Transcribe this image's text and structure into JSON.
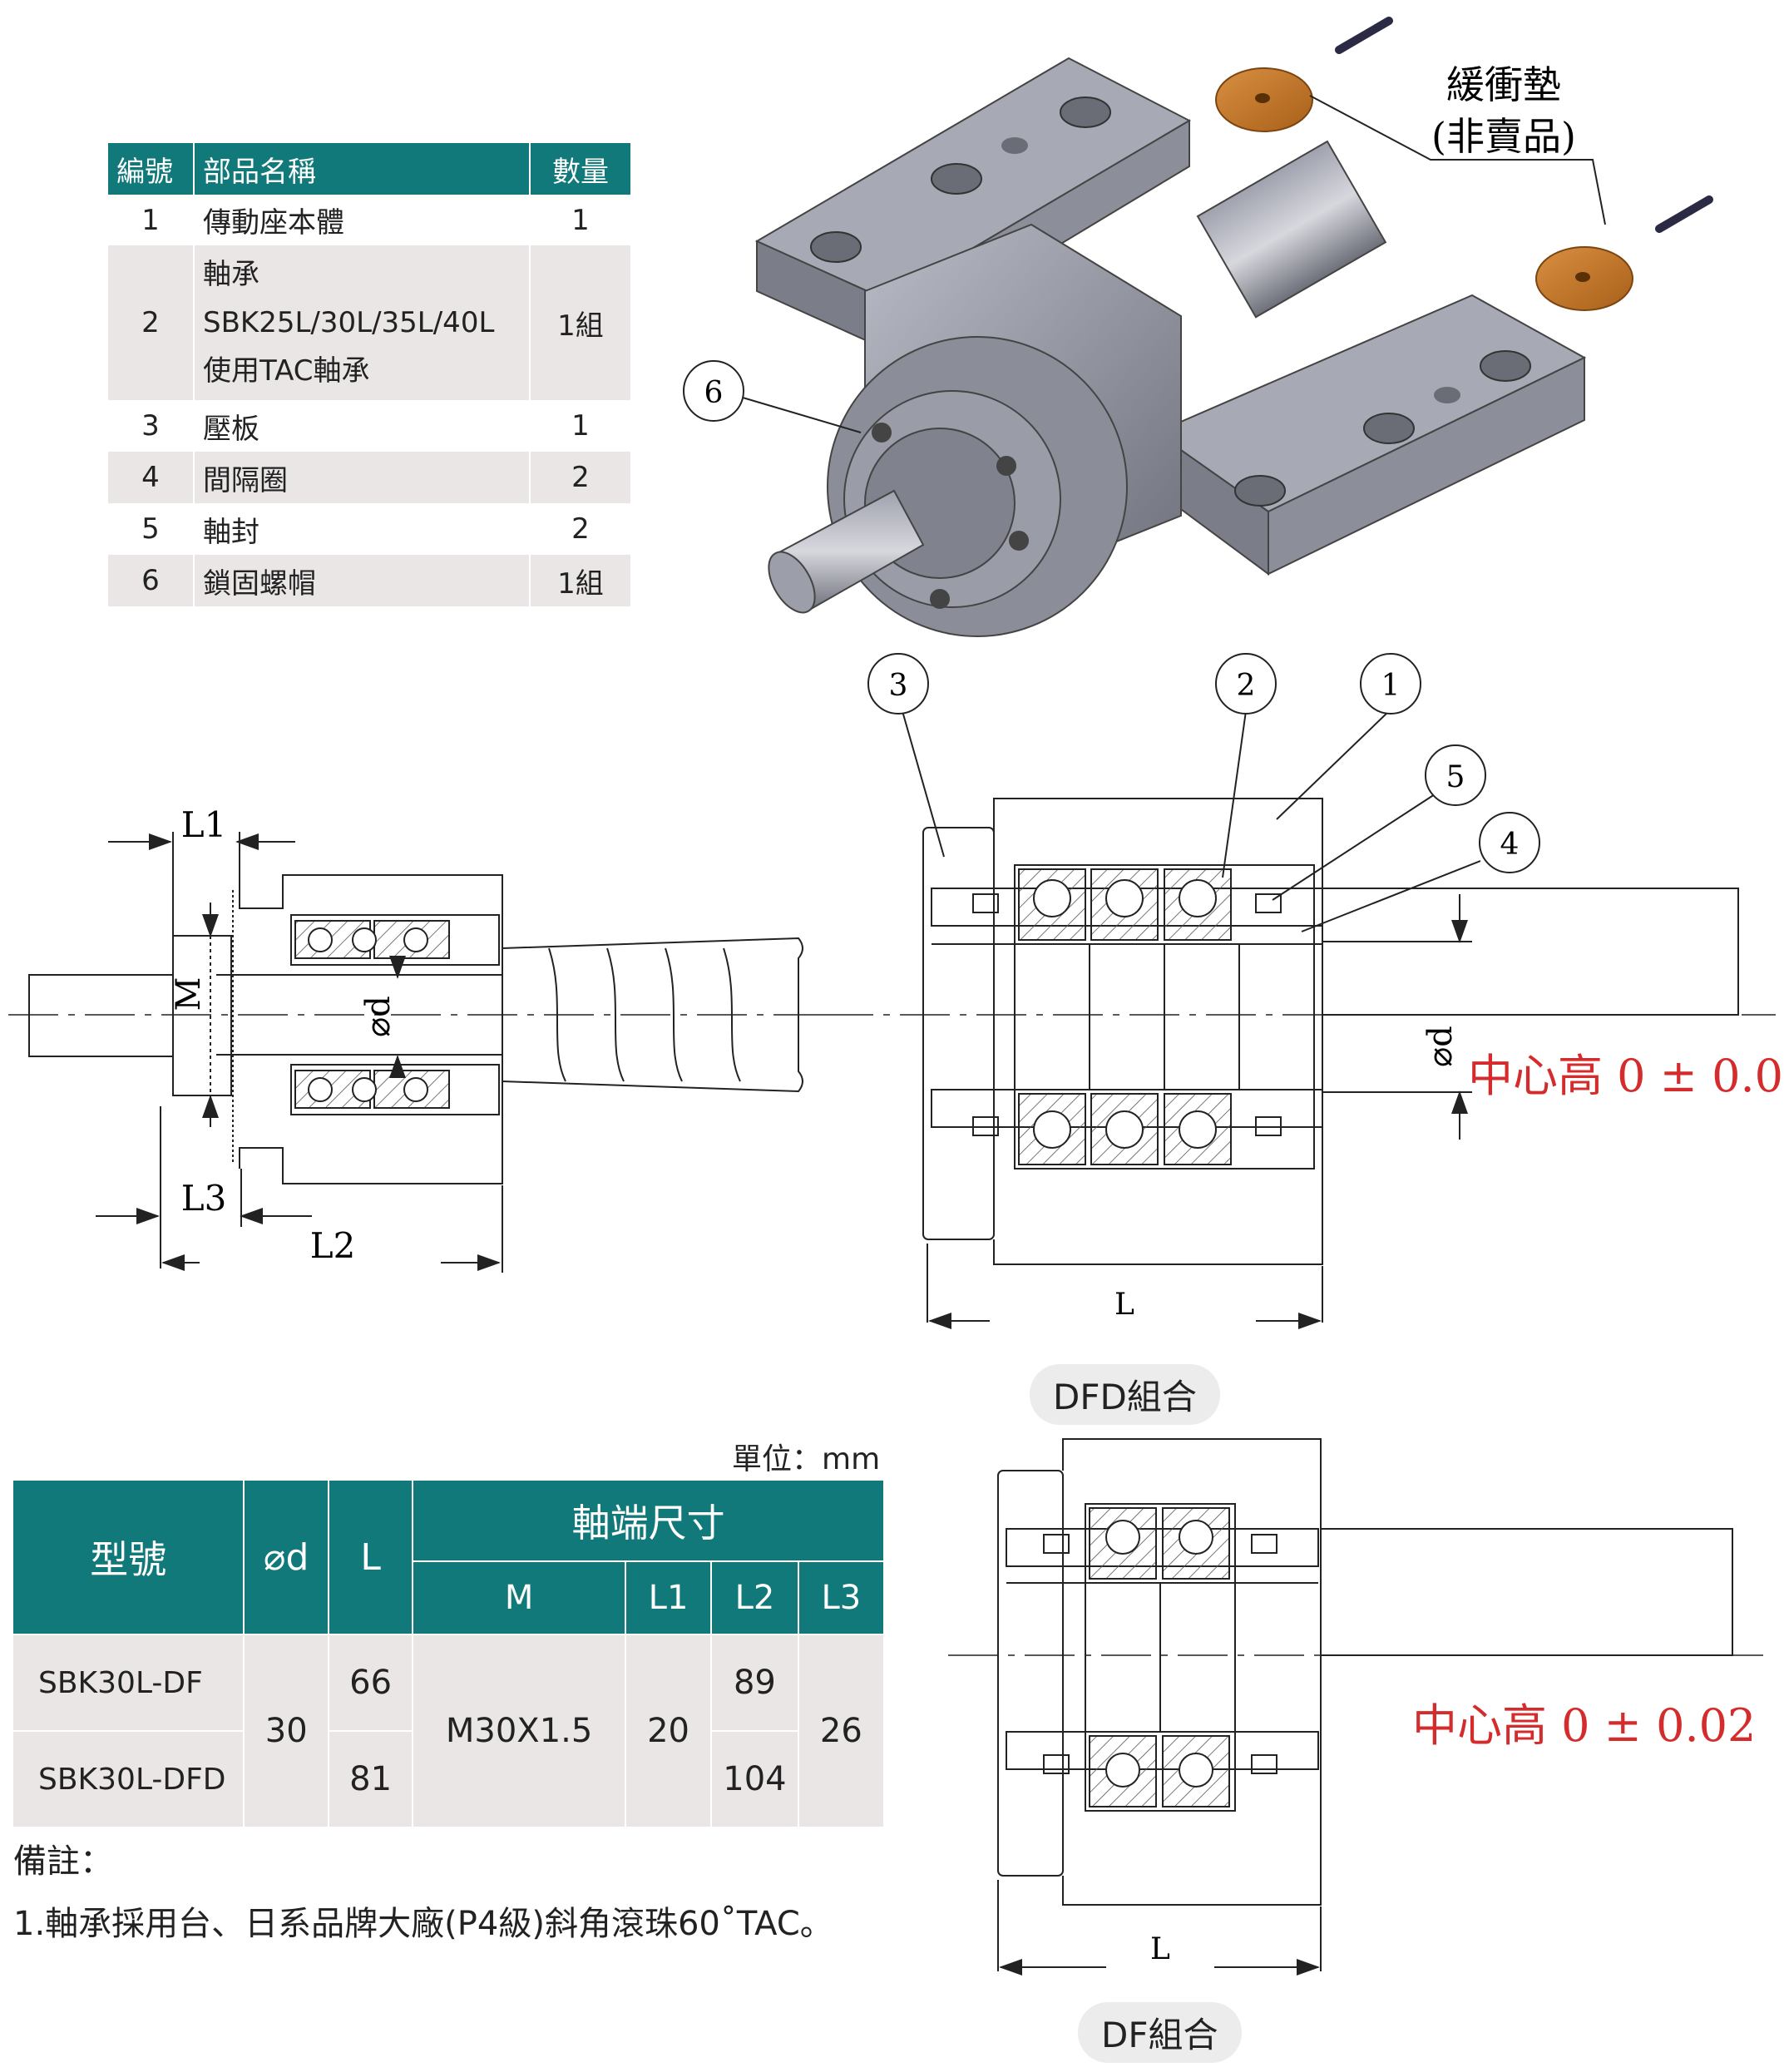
{
  "parts_table": {
    "headers": [
      "編號",
      "部品名稱",
      "數量"
    ],
    "rows": [
      {
        "no": "1",
        "name": [
          "傳動座本體"
        ],
        "qty": "1"
      },
      {
        "no": "2",
        "name": [
          "軸承",
          "SBK25L/30L/35L/40L",
          "使用TAC軸承"
        ],
        "qty": "1組"
      },
      {
        "no": "3",
        "name": [
          "壓板"
        ],
        "qty": "1"
      },
      {
        "no": "4",
        "name": [
          "間隔圈"
        ],
        "qty": "2"
      },
      {
        "no": "5",
        "name": [
          "軸封"
        ],
        "qty": "2"
      },
      {
        "no": "6",
        "name": [
          "鎖固螺帽"
        ],
        "qty": "1組"
      }
    ]
  },
  "bumper_label": {
    "line1": "緩衝墊",
    "line2": "(非賣品)"
  },
  "callouts": {
    "c1": "1",
    "c2": "2",
    "c3": "3",
    "c4": "4",
    "c5": "5",
    "c6": "6"
  },
  "dims": {
    "L1": "L1",
    "L2": "L2",
    "L3": "L3",
    "M": "M",
    "phid": "⌀d",
    "L": "L"
  },
  "center_height": "中心高 0 ± 0.02",
  "labels": {
    "dfd": "DFD組合",
    "df": "DF組合"
  },
  "unit": "單位：mm",
  "spec_table": {
    "h_model": "型號",
    "h_d": "⌀d",
    "h_L": "L",
    "h_shaft": "軸端尺寸",
    "h_M": "M",
    "h_L1": "L1",
    "h_L2": "L2",
    "h_L3": "L3",
    "row1": {
      "model": "SBK30L-DF",
      "L": "66",
      "L2": "89"
    },
    "row2": {
      "model": "SBK30L-DFD",
      "L": "81",
      "L2": "104"
    },
    "shared": {
      "d": "30",
      "M": "M30X1.5",
      "L1": "20",
      "L3": "26"
    }
  },
  "notes": {
    "title": "備註：",
    "line1": "1.軸承採用台、日系品牌大廠(P4級)斜角滾珠60˚TAC。"
  },
  "colors": {
    "teal": "#11797a",
    "red": "#d42c2c",
    "bumper": "#c7782a",
    "steel": "#8d8f9b"
  }
}
